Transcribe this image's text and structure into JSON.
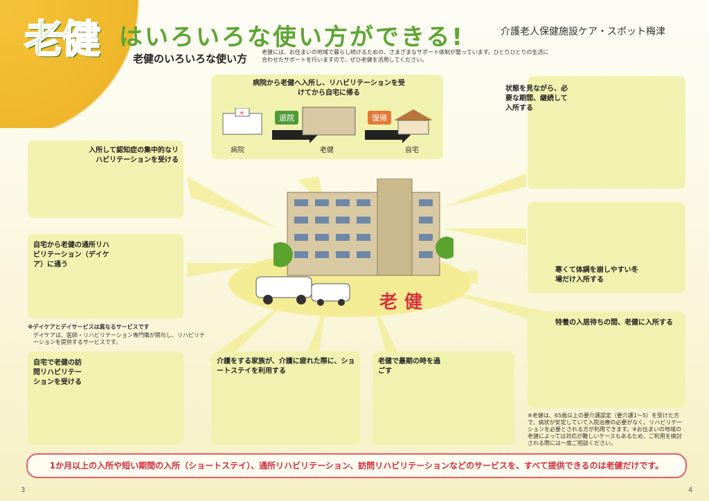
{
  "header": {
    "hero": "老健",
    "headline": "はいろいろな使い方ができる!",
    "facility": "介護老人保健施設ケア・スポット梅津",
    "subheading": "老健のいろいろな使い方",
    "intro": "老健には、お住まいの地域で暮らし続けるための、さまざまなサポート体制が整っています。ひとりひとりの生活に合わせたサポートを行いますので、ぜひ老健を活用してください。"
  },
  "center_label": "老健",
  "flow": {
    "caption": "病院から老健へ入所し、リハビリテーションを受けてから自宅に帰る",
    "step1": "病院",
    "step2": "老健",
    "step3": "自宅",
    "arrow1": "退院",
    "arrow2": "復帰",
    "arrow1_color": "#4f9a3a",
    "arrow2_color": "#e27a3a"
  },
  "panels": {
    "dementia": "入所して認知症の集中的なリハビリテーションを受ける",
    "daycare": "自宅から老健の通所リハビリテーション（デイケア）に通う",
    "daycare_note_title": "※デイケアとデイサービスは異なるサービスです",
    "daycare_note_body": "デイケアは、医師・リハビリテーション専門職が関与し、リハビリテーションを提供するサービスです。",
    "visit": "自宅で老健の訪問リハビリテーションを受ける",
    "shortstay": "介護をする家族が、介護に疲れた際に、ショートステイを利用する",
    "terminal": "老健で最期の時を過ごす",
    "monitor": "状態を見ながら、必要な期間、継続して入所する",
    "winter": "寒くて体調を崩しやすい冬場だけ入所する",
    "waiting": "特養の入居待ちの間、老健に入所する",
    "eligibility_note": "※老健は、65歳以上の要介護認定（要介護1〜5）を受けた方で、病状が安定していて入院治療の必要がなく、リハビリテーションを必要とされる方が利用できます。※お住まいの地域の老健によっては対応が難しいケースもあるため、ご利用を検討される際には一度ご相談ください。"
  },
  "bottom_banner": "1か月以上の入所や短い期間の入所（ショートステイ）、通所リハビリテーション、訪問リハビリテーションなどのサービスを、すべて提供できるのは老健だけです。",
  "pages": {
    "left": "3",
    "right": "4"
  },
  "colors": {
    "accent_green": "#5aa32f",
    "accent_red": "#d42a3a",
    "panel": "#f2f2b0",
    "corner": "#efb62a"
  }
}
